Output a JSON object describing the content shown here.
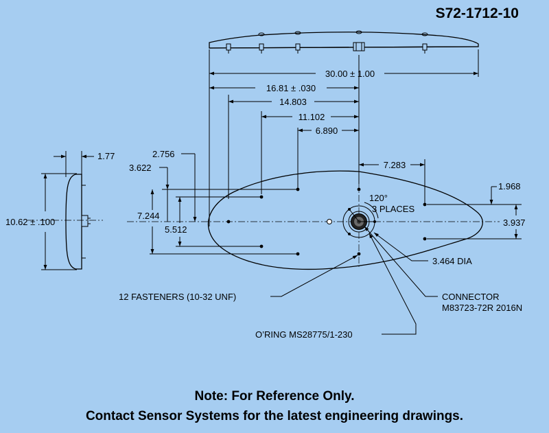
{
  "drawing": {
    "part_number": "S72-1712-10",
    "note_line1": "Note:  For Reference Only.",
    "note_line2": "Contact Sensor Systems for the latest engineering drawings."
  },
  "dimensions": {
    "overall_length": "30.00 ± 1.00",
    "d_1681": "16.81 ± .030",
    "d_14803": "14.803",
    "d_11102": "11.102",
    "d_6890": "6.890",
    "d_7283": "7.283",
    "d_1968": "1.968",
    "d_3937": "3.937",
    "d_2756": "2.756",
    "d_3622": "3.622",
    "d_7244": "7.244",
    "d_5512": "5.512",
    "d_177": "1.77",
    "d_height": "10.62 ± .100",
    "angle": "120°",
    "places": "3 PLACES",
    "bolt_circle": "3.464 DIA"
  },
  "callouts": {
    "fasteners": "12 FASTENERS (10-32 UNF)",
    "connector_1": "CONNECTOR",
    "connector_2": "M83723-72R 2016N",
    "oring": "O’RING MS28775/1-230"
  }
}
